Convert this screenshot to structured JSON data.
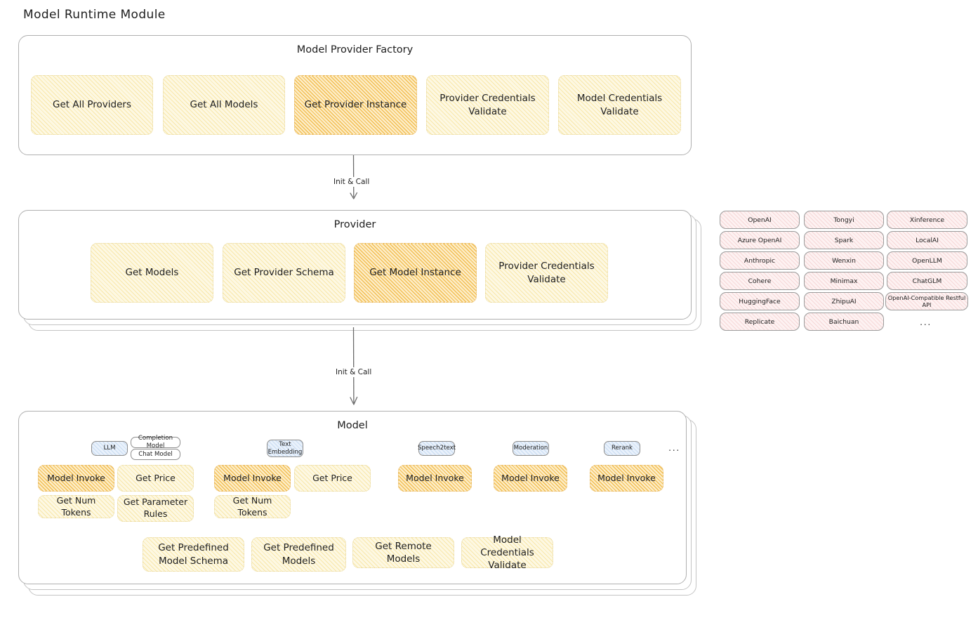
{
  "page": {
    "title": "Model Runtime Module"
  },
  "colors": {
    "highlight_fill": "#fdedc8",
    "light_fill": "#fdf8e3",
    "provider_pill_fill": "#fdf2f2",
    "badge_blue_fill": "#e9f1fb",
    "stroke": "#1e1e1e"
  },
  "factory": {
    "title": "Model Provider Factory",
    "ops": [
      {
        "label": "Get All Providers",
        "highlighted": false
      },
      {
        "label": "Get All Models",
        "highlighted": false
      },
      {
        "label": "Get Provider Instance",
        "highlighted": true
      },
      {
        "label": "Provider Credentials Validate",
        "highlighted": false
      },
      {
        "label": "Model Credentials Validate",
        "highlighted": false
      }
    ]
  },
  "arrows": [
    {
      "label": "Init & Call"
    },
    {
      "label": "Init & Call"
    }
  ],
  "provider": {
    "title": "Provider",
    "ops": [
      {
        "label": "Get Models",
        "highlighted": false
      },
      {
        "label": "Get Provider Schema",
        "highlighted": false
      },
      {
        "label": "Get Model Instance",
        "highlighted": true
      },
      {
        "label": "Provider Credentials Validate",
        "highlighted": false
      }
    ]
  },
  "provider_list": {
    "columns": [
      [
        "OpenAI",
        "Azure OpenAI",
        "Anthropic",
        "Cohere",
        "HuggingFace",
        "Replicate"
      ],
      [
        "Tongyi",
        "Spark",
        "Wenxin",
        "Minimax",
        "ZhipuAI",
        "Baichuan"
      ],
      [
        "Xinference",
        "LocalAI",
        "OpenLLM",
        "ChatGLM",
        "OpenAI-Compatible Restful API"
      ]
    ],
    "more": "..."
  },
  "model": {
    "title": "Model",
    "more": "...",
    "types": [
      {
        "badge": "LLM",
        "sub_badges": [
          "Completion Model",
          "Chat Model"
        ],
        "ops": [
          {
            "label": "Model Invoke",
            "highlighted": true
          },
          {
            "label": "Get Price",
            "highlighted": false
          },
          {
            "label": "Get Num Tokens",
            "highlighted": false
          },
          {
            "label": "Get Parameter Rules",
            "highlighted": false
          }
        ]
      },
      {
        "badge": "Text Embedding",
        "sub_badges": [],
        "ops": [
          {
            "label": "Model Invoke",
            "highlighted": true
          },
          {
            "label": "Get Price",
            "highlighted": false
          },
          {
            "label": "Get Num Tokens",
            "highlighted": false
          }
        ]
      },
      {
        "badge": "Speech2text",
        "sub_badges": [],
        "ops": [
          {
            "label": "Model Invoke",
            "highlighted": true
          }
        ]
      },
      {
        "badge": "Moderation",
        "sub_badges": [],
        "ops": [
          {
            "label": "Model Invoke",
            "highlighted": true
          }
        ]
      },
      {
        "badge": "Rerank",
        "sub_badges": [],
        "ops": [
          {
            "label": "Model Invoke",
            "highlighted": true
          }
        ]
      }
    ],
    "common_ops": [
      {
        "label": "Get Predefined Model Schema",
        "highlighted": false
      },
      {
        "label": "Get Predefined Models",
        "highlighted": false
      },
      {
        "label": "Get Remote Models",
        "highlighted": false
      },
      {
        "label": "Model Credentials Validate",
        "highlighted": false
      }
    ]
  }
}
